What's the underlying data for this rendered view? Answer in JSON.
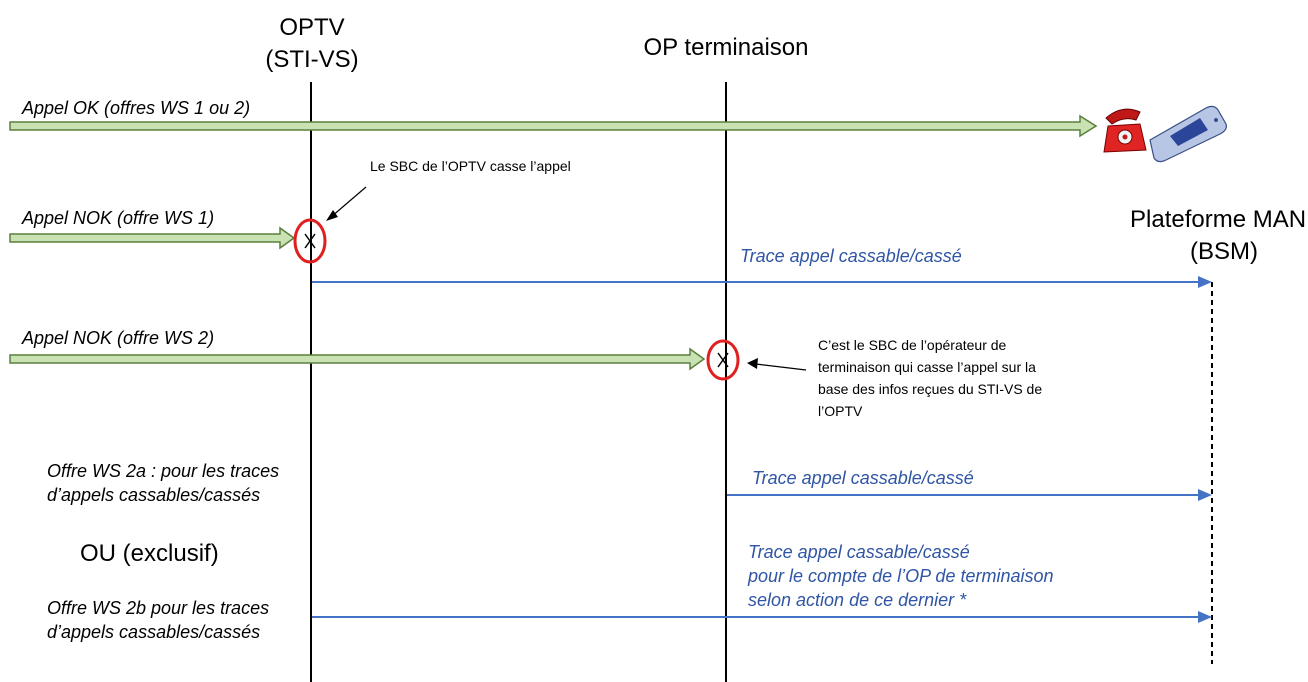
{
  "headers": {
    "optv_line1": "OPTV",
    "optv_line2": "(STI-VS)",
    "op_terminaison": "OP terminaison",
    "plateforme_line1": "Plateforme MAN",
    "plateforme_line2": "(BSM)"
  },
  "calls": {
    "ok": "Appel OK (offres WS 1 ou 2)",
    "nok1": "Appel NOK (offre WS 1)",
    "nok2": "Appel NOK (offre WS 2)"
  },
  "notes": {
    "sbc_optv": "Le SBC de l’OPTV casse l’appel",
    "sbc_term_lines": [
      "C’est le SBC de l’opérateur de",
      "terminaison qui casse l’appel sur la",
      "base des infos reçues du STI-VS de",
      "l’OPTV"
    ]
  },
  "offers": {
    "ws2a_lines": [
      "Offre WS 2a : pour les traces",
      "d’appels cassables/cassés"
    ],
    "ou": "OU (exclusif)",
    "ws2b_lines": [
      "Offre WS 2b pour les traces",
      "d’appels cassables/cassés"
    ]
  },
  "traces": {
    "trace1": "Trace appel cassable/cassé",
    "trace2": "Trace appel cassable/cassé",
    "trace3_lines": [
      "Trace appel cassable/cassé",
      "pour le compte de l’OP de terminaison",
      "selon action de ce dernier *"
    ]
  },
  "colors": {
    "green_fill": "#c9e2b4",
    "green_stroke": "#5b7f3c",
    "blue": "#4472c4",
    "blue_text": "#2f55a4",
    "red": "#e02020"
  },
  "icons": [
    "red-telephone-icon",
    "mobile-phone-icon"
  ]
}
